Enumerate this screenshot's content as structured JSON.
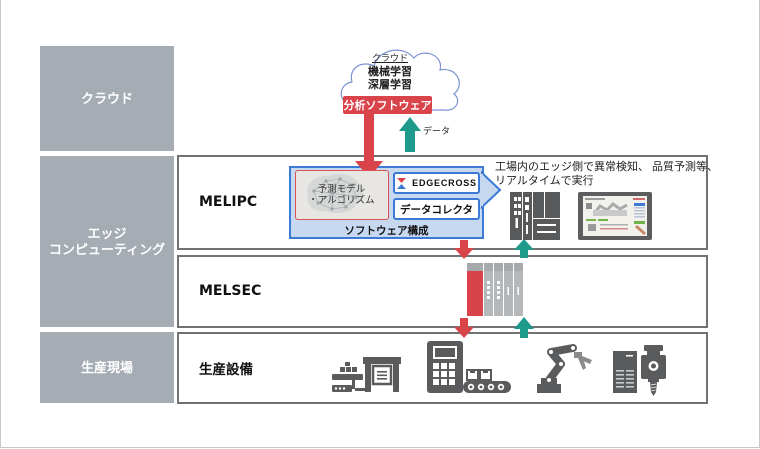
{
  "layers": {
    "cloud": {
      "label": "クラウド"
    },
    "edge": {
      "label_line1": "エッジ",
      "label_line2": "コンピューティング"
    },
    "site": {
      "label": "生産現場"
    }
  },
  "rows": {
    "melipc": {
      "label": "MELIPC"
    },
    "melsec": {
      "label": "MELSEC"
    },
    "production": {
      "label": "生産設備"
    }
  },
  "cloud": {
    "title": "クラウド",
    "line1": "機械学習",
    "line2": "深層学習",
    "analysis_software": "分析ソフトウェア",
    "data_label": "データ"
  },
  "software": {
    "model_line1": "予測モデル",
    "model_line2": "・アルゴリズム",
    "edgecross": "EDGECROSS",
    "data_collector": "データコレクタ",
    "caption": "ソフトウェア構成"
  },
  "callout": {
    "line1": "工場内のエッジ側で異常検知、 品質予測等、",
    "line2": "リアルタイムで実行"
  },
  "icons": [
    "cloud-icon",
    "down-arrow-icon",
    "up-arrow-icon",
    "neural-network-icon",
    "edgecross-logo-icon",
    "melipc-device-icon",
    "monitor-screen-icon",
    "plc-icon",
    "gantry-machine-icon",
    "control-panel-conveyor-icon",
    "robot-arm-icon",
    "machining-spindle-icon"
  ],
  "colors": {
    "layer_gray": "#a5acb3",
    "downlink_red": "#d9434a",
    "uplink_teal": "#1e9a8c",
    "software_blue": "#3d7ad6",
    "software_bg": "#c6d9f0",
    "device_gray": "#5a5b5d"
  }
}
